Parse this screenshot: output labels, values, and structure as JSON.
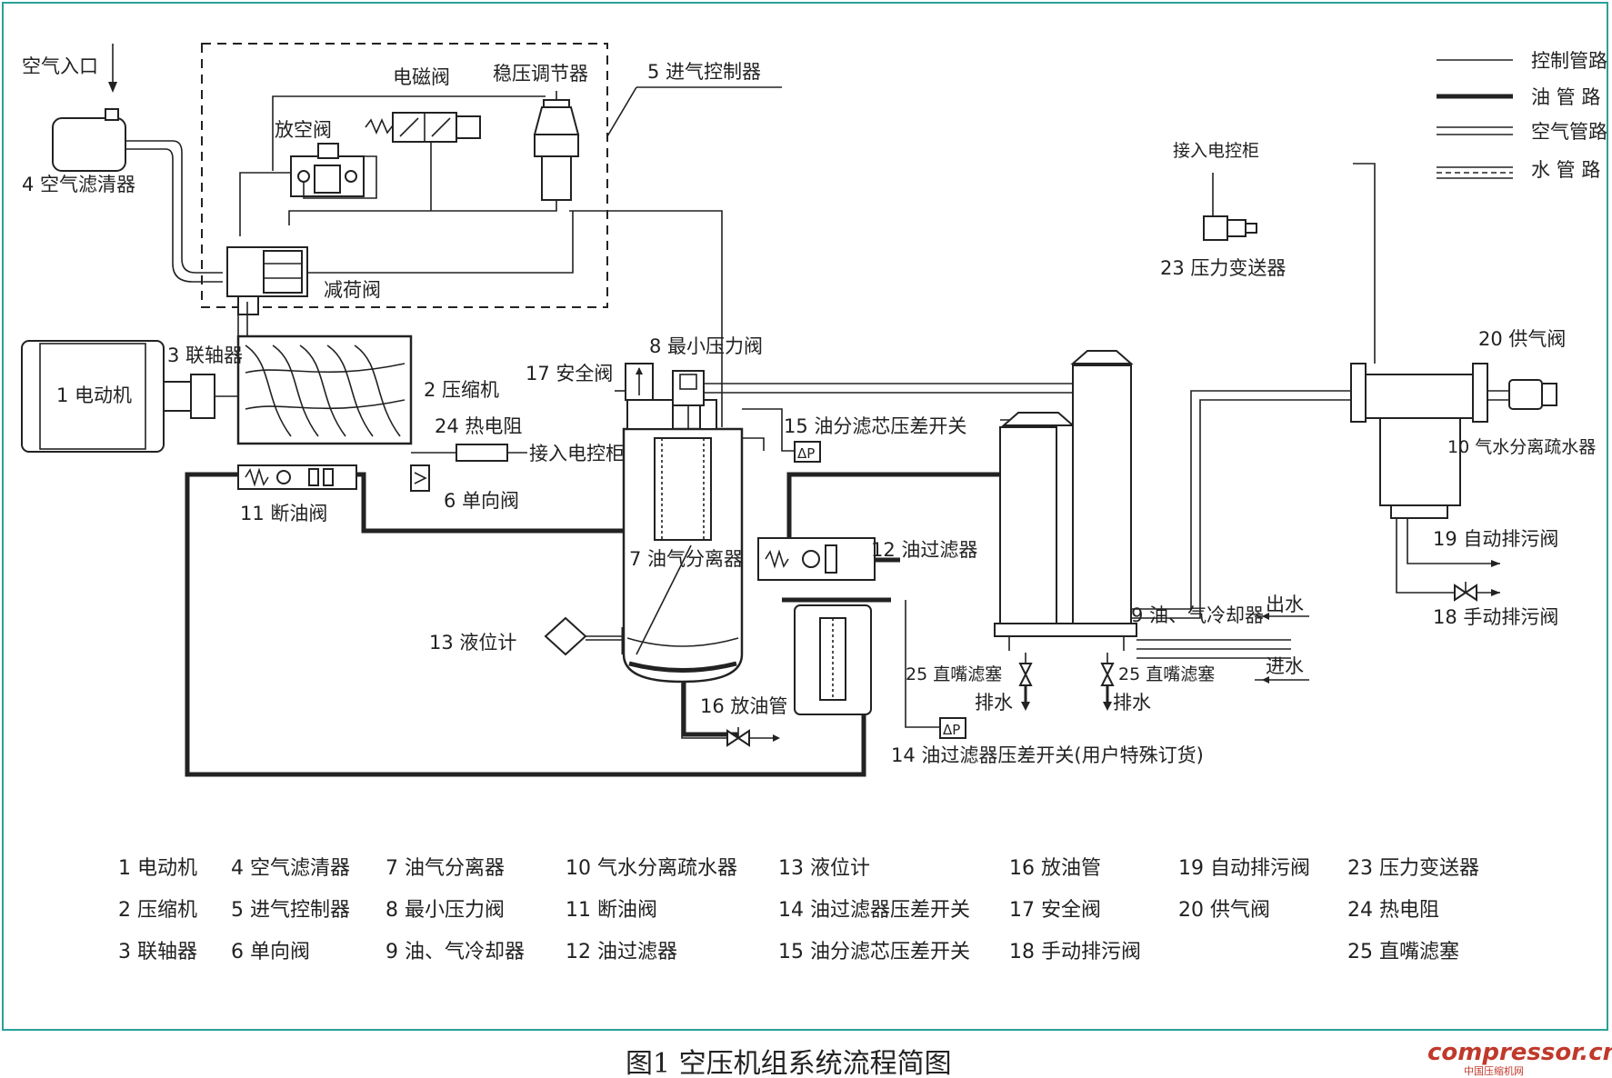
{
  "diagram": {
    "labels": {
      "air_inlet": "空气入口",
      "air_filter": "4 空气滤清器",
      "solenoid_valve": "电磁阀",
      "pressure_regulator": "稳压调节器",
      "intake_controller": "5 进气控制器",
      "vent_valve": "放空阀",
      "unload_valve": "减荷阀",
      "coupling": "3 联轴器",
      "motor": "1 电动机",
      "compressor": "2 压缩机",
      "safety_valve": "17 安全阀",
      "min_pressure_valve": "8 最小压力阀",
      "oil_sep_switch": "15 油分滤芯压差开关",
      "thermal_resistor": "24 热电阻",
      "to_cabinet_1": "接入电控柜",
      "check_valve": "6 单向阀",
      "oil_cutoff_valve": "11 断油阀",
      "oil_gas_separator": "7 油气分离器",
      "oil_filter": "12 油过滤器",
      "level_gauge": "13 液位计",
      "cooler": "9 油、气冷却器",
      "water_out": "出水",
      "water_in": "进水",
      "strainer_left": "25 直嘴滤塞",
      "strainer_right": "25 直嘴滤塞",
      "drain_left": "排水",
      "drain_right": "排水",
      "drain_pipe": "16 放油管",
      "oil_filter_switch": "14 油过滤器压差开关(用户特殊订货)",
      "to_cabinet_2": "接入电控柜",
      "pressure_transmitter": "23 压力变送器",
      "supply_valve": "20 供气阀",
      "water_separator": "10 气水分离疏水器",
      "auto_drain": "19 自动排污阀",
      "manual_drain": "18 手动排污阀",
      "dp_symbol": "ΔP"
    },
    "legend": [
      "控制管路",
      "油 管 路",
      "空气管路",
      "水 管 路"
    ]
  },
  "parts_list": [
    [
      "1  电动机",
      "4  空气滤清器",
      "7  油气分离器",
      "10  气水分离疏水器",
      "13  液位计",
      "16  放油管",
      "19  自动排污阀",
      "23  压力变送器"
    ],
    [
      "2  压缩机",
      "5  进气控制器",
      "8  最小压力阀",
      "11  断油阀",
      "14  油过滤器压差开关",
      "17  安全阀",
      "20  供气阀",
      "24  热电阻"
    ],
    [
      "3  联轴器",
      "6  单向阀",
      "9  油、气冷却器",
      "12  油过滤器",
      "15  油分滤芯压差开关",
      "18  手动排污阀",
      "",
      "25  直嘴滤塞"
    ]
  ],
  "caption": "图1  空压机组系统流程简图",
  "watermark": {
    "brand": "compressor.cn",
    "sub": "中国压缩机网"
  },
  "colors": {
    "frame": "#2aa198",
    "line": "#222222",
    "watermark": "#c0392b"
  }
}
